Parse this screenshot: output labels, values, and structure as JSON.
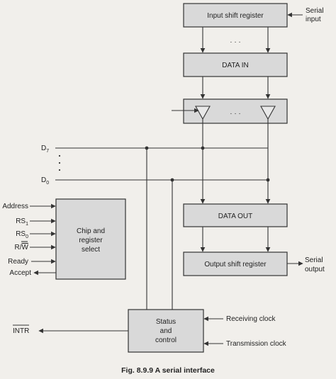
{
  "diagram": {
    "blocks": {
      "input_shift_register": "Input shift register",
      "data_in": "DATA IN",
      "data_out": "DATA OUT",
      "output_shift_register": "Output shift register",
      "chip_select": [
        "Chip and",
        "register",
        "select"
      ],
      "status_control": [
        "Status",
        "and",
        "control"
      ]
    },
    "signals": {
      "serial_input": [
        "Serial",
        "input"
      ],
      "serial_output": [
        "Serial",
        "output"
      ],
      "receiving_clock": "Receiving clock",
      "transmission_clock": "Transmission clock",
      "intr": "INTR",
      "d7": {
        "base": "D",
        "sub": "7"
      },
      "d0": {
        "base": "D",
        "sub": "0"
      },
      "address": "Address",
      "rs1": {
        "base": "RS",
        "sub": "1"
      },
      "rs0": {
        "base": "RS",
        "sub": "0"
      },
      "rw_r": "R/",
      "rw_w": "W",
      "ready": "Ready",
      "accept": "Accept"
    },
    "dots": "· · ·",
    "caption": "Fig. 8.9.9 A serial interface"
  }
}
